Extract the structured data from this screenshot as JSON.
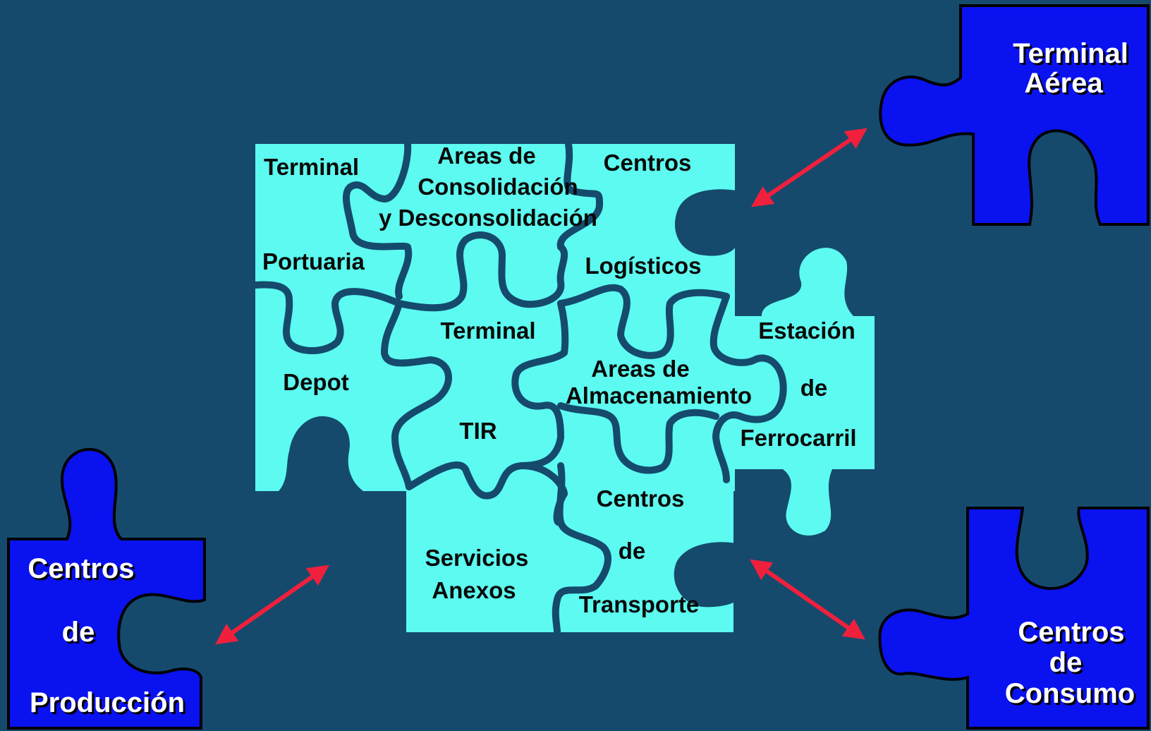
{
  "colors": {
    "background": "#154a6d",
    "inner_piece": "#5cfaf0",
    "outer_piece": "#0a12f0",
    "arrow": "#f0203c",
    "text_dark": "#0a0a0a",
    "text_light": "#ffffff"
  },
  "inner_pieces": {
    "terminal_portuaria": {
      "line1": "Terminal",
      "line2": "Portuaria"
    },
    "areas_consolidacion": {
      "line1": "Areas de",
      "line2": "Consolidación",
      "line3": "y Desconsolidación"
    },
    "centros_logisticos": {
      "line1": "Centros",
      "line2": "Logísticos"
    },
    "depot": {
      "label": "Depot"
    },
    "terminal_tir": {
      "line1": "Terminal",
      "line2": "TIR"
    },
    "areas_almacenamiento": {
      "line1": "Areas de",
      "line2": "Almacenamiento"
    },
    "estacion_ferrocarril": {
      "line1": "Estación",
      "line2": "de",
      "line3": "Ferrocarril"
    },
    "servicios_anexos": {
      "line1": "Servicios",
      "line2": "Anexos"
    },
    "centros_transporte": {
      "line1": "Centros",
      "line2": "de",
      "line3": "Transporte"
    }
  },
  "outer_pieces": {
    "terminal_aerea": {
      "line1": "Terminal",
      "line2": "Aérea"
    },
    "centros_produccion": {
      "line1": "Centros",
      "line2": "de",
      "line3": "Producción"
    },
    "centros_consumo": {
      "line1": "Centros",
      "line2": "de",
      "line3": "Consumo"
    }
  }
}
